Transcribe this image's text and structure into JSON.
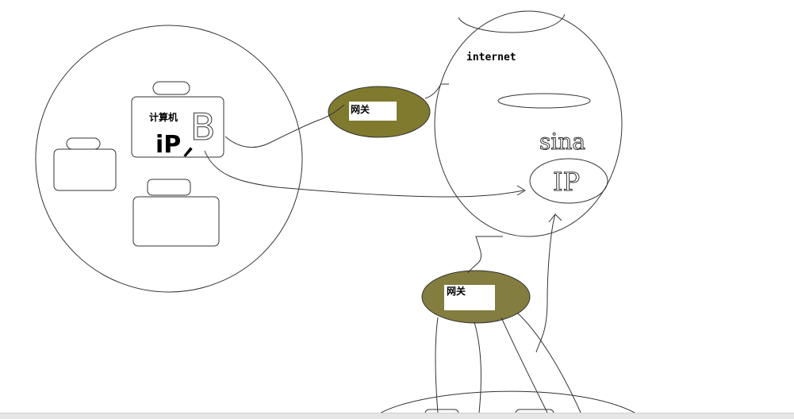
{
  "diagram": {
    "internet_label": "internet",
    "gateway_top_label": "网关",
    "gateway_bottom_label": "网关",
    "computer_label": "计算机",
    "computer_ip_text": "iP",
    "handwritten_b": "B",
    "handwritten_sina": "sina",
    "handwritten_ip": "IP"
  },
  "colors": {
    "gateway_fill": "#807a2f",
    "gateway_bottom_fill": "#847d40",
    "stroke": "#333333",
    "label_box": "#ffffff"
  }
}
